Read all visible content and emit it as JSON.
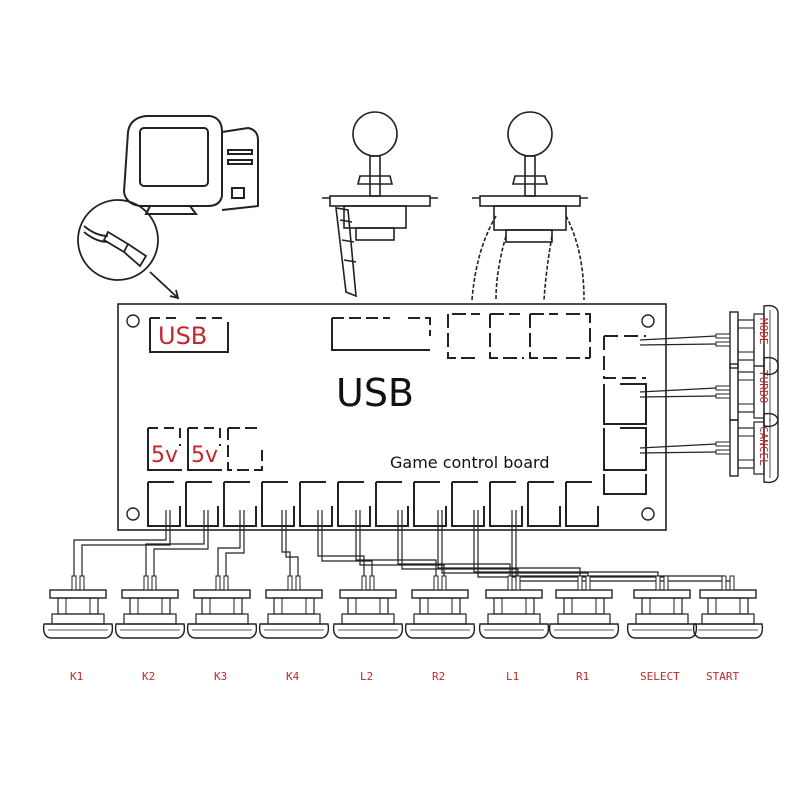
{
  "board": {
    "title": "USB",
    "subtitle": "Game control board",
    "usb_port_label": "USB",
    "power_labels": [
      "5v",
      "5v"
    ]
  },
  "bottom_buttons": [
    {
      "label": "K1"
    },
    {
      "label": "K2"
    },
    {
      "label": "K3"
    },
    {
      "label": "K4"
    },
    {
      "label": "L2"
    },
    {
      "label": "R2"
    },
    {
      "label": "L1"
    },
    {
      "label": "R1"
    },
    {
      "label": "SELECT"
    },
    {
      "label": "START"
    }
  ],
  "side_buttons": [
    {
      "label": "MODE"
    },
    {
      "label": "TURBO"
    },
    {
      "label": "CANCEL"
    }
  ],
  "colors": {
    "label_red": "#c0282b",
    "line": "#222222"
  },
  "icons": [
    "computer-icon",
    "usb-cable-icon",
    "joystick-icon",
    "push-button-icon"
  ]
}
